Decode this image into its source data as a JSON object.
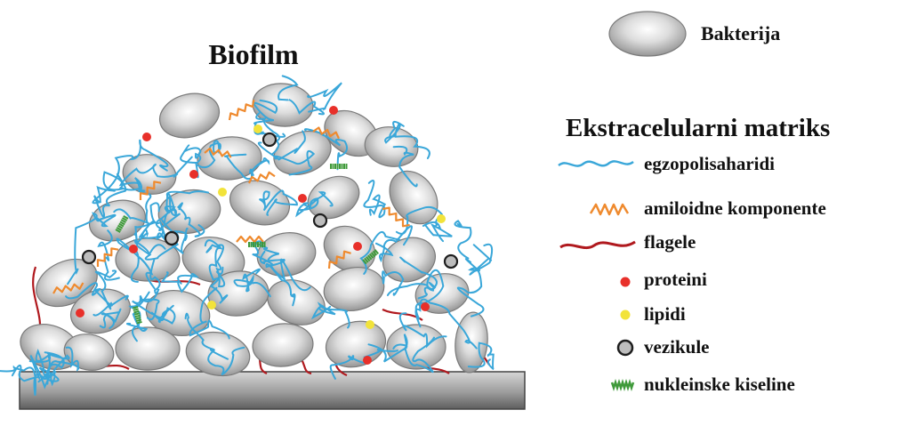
{
  "title": "Biofilm",
  "bacteria_label": "Bakterija",
  "matrix_heading": "Ekstracelularni matriks",
  "legend": [
    {
      "id": "eps",
      "label": "egzopolisaharidi",
      "color": "#3aa7d9"
    },
    {
      "id": "amyloid",
      "label": "amiloidne komponente",
      "color": "#ef8a2e"
    },
    {
      "id": "flagella",
      "label": "flagele",
      "color": "#b0191e"
    },
    {
      "id": "proteins",
      "label": "proteini",
      "color": "#e8302a"
    },
    {
      "id": "lipids",
      "label": "lipidi",
      "color": "#f2e33a"
    },
    {
      "id": "vesicles",
      "label": "vezikule",
      "color": "#2b2b2b"
    },
    {
      "id": "nucleic",
      "label": "nukleinske kiseline",
      "color": "#3f9a3a"
    }
  ]
}
